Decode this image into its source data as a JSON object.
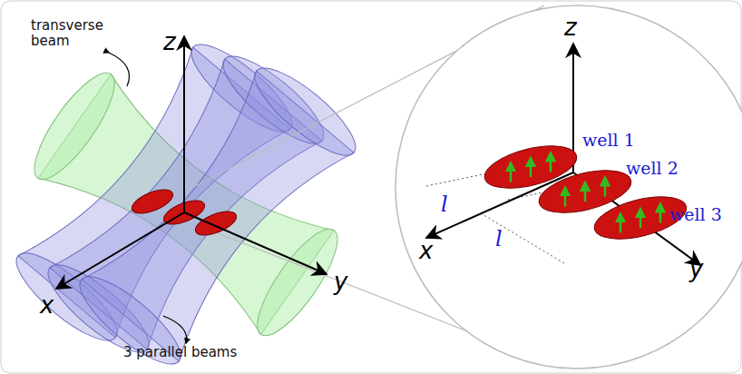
{
  "diagram": {
    "labels": [
      "transverse beam",
      "z",
      "y",
      "x",
      "3 parallel beams",
      "z",
      "well 1",
      "well 2",
      "well 3",
      "l",
      "l",
      "x",
      "y"
    ]
  }
}
